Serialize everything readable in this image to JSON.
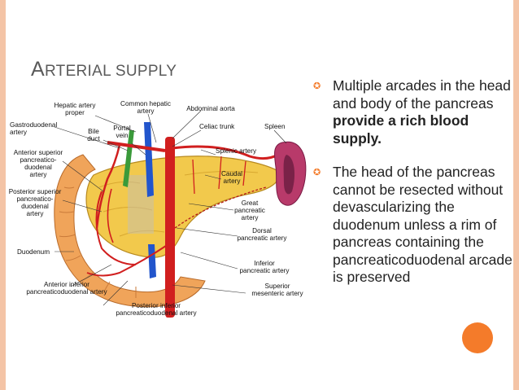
{
  "slide": {
    "title_first": "A",
    "title_rest": "rterial supply",
    "accent_color": "#f47b2a",
    "border_color": "#f4c4a6"
  },
  "bullets": [
    {
      "text": "Multiple arcades in the head and body of the pancreas ",
      "bold": "provide a rich blood supply."
    },
    {
      "text": "The head of the pancreas cannot be resected without devascularizing the duodenum unless a rim of pancreas containing the pancreaticoduodenal arcade is preserved",
      "bold": ""
    }
  ],
  "diagram": {
    "labels": {
      "hepatic_artery_proper": [
        "Hepatic artery",
        "proper"
      ],
      "common_hepatic_artery": [
        "Common hepatic",
        "artery"
      ],
      "abdominal_aorta": [
        "Abdominal aorta"
      ],
      "gastroduodenal_artery": [
        "Gastroduodenal",
        "artery"
      ],
      "bile_duct": [
        "Bile",
        "duct"
      ],
      "portal_vein": [
        "Portal",
        "vein"
      ],
      "celiac_trunk": [
        "Celiac trunk"
      ],
      "spleen": [
        "Spleen"
      ],
      "splenic_artery": [
        "Splenic artery"
      ],
      "anterior_superior": [
        "Anterior superior",
        "pancreatico-",
        "duodenal",
        "artery"
      ],
      "posterior_superior": [
        "Posterior superior",
        "pancreatico-",
        "duodenal",
        "artery"
      ],
      "caudal_artery": [
        "Caudal",
        "artery"
      ],
      "great_pancreatic_artery": [
        "Great",
        "pancreatic",
        "artery"
      ],
      "dorsal_pancreatic_artery": [
        "Dorsal",
        "pancreatic artery"
      ],
      "duodenum": [
        "Duodenum"
      ],
      "inferior_pancreatic_artery": [
        "Inferior",
        "pancreatic artery"
      ],
      "anterior_inferior": [
        "Anterior inferior",
        "pancreaticoduodenal artery"
      ],
      "superior_mesenteric_artery": [
        "Superior",
        "mesenteric artery"
      ],
      "posterior_inferior": [
        "Posterior inferior",
        "pancreaticoduodenal artery"
      ]
    }
  }
}
